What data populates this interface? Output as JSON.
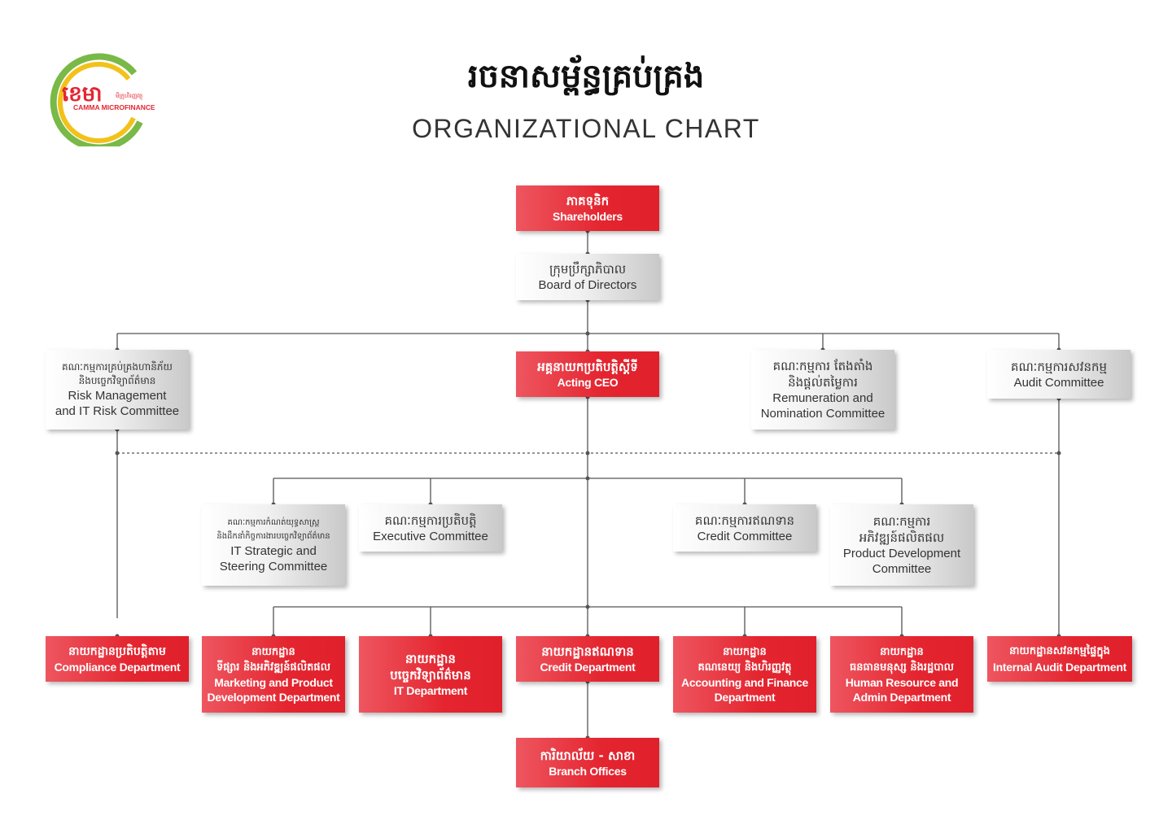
{
  "logo": {
    "icon": "camma-logo-icon",
    "mark": "ខេមា",
    "sub_mark": "មីក្រូហិរញ្ញវត្ថុ",
    "wordmark": "CAMMA MICROFINANCE",
    "ring_colors": [
      "#f2c21b",
      "#79b947",
      "#e32530"
    ]
  },
  "title": {
    "khmer": "រចនាសម្ព័ន្ធគ្រប់គ្រង",
    "english": "ORGANIZATIONAL CHART"
  },
  "colors": {
    "red": "#e4252f",
    "gray": "#d3d3d3",
    "line": "#555555"
  },
  "nodes": {
    "shareholders": {
      "kh": "ភាគទុនិក",
      "en": "Shareholders"
    },
    "board": {
      "kh": "ក្រុមប្រឹក្សាភិបាល",
      "en": "Board of Directors"
    },
    "risk_committee": {
      "kh": "គណៈកម្មការគ្រប់គ្រងហានិភ័យ\nនិងបច្ចេកវិទ្យាព័ត៌មាន",
      "en": "Risk Management\nand IT Risk Committee"
    },
    "ceo": {
      "kh": "អគ្គនាយកប្រតិបត្តិស្តីទី",
      "en": "Acting CEO"
    },
    "remuneration": {
      "kh": "គណៈកម្មការ តែងតាំង\nនិងផ្តល់តម្លៃការ",
      "en": "Remuneration and\nNomination Committee"
    },
    "audit_committee": {
      "kh": "គណៈកម្មការសវនកម្ម",
      "en": "Audit Committee"
    },
    "it_steering": {
      "kh": "គណៈកម្មការកំណត់យុទ្ធសាស្ត្រ\nនិងដឹកនាំកិច្ចការងារបច្ចេកវិទ្យាព័ត៌មាន",
      "en": "IT Strategic and\nSteering Committee"
    },
    "executive": {
      "kh": "គណៈកម្មការប្រតិបត្តិ",
      "en": "Executive Committee"
    },
    "credit_committee": {
      "kh": "គណៈកម្មការឥណទាន",
      "en": "Credit Committee"
    },
    "product_dev": {
      "kh": "គណៈកម្មការ\nអភិវឌ្ឍន៍ផលិតផល",
      "en": "Product Development\nCommittee"
    },
    "compliance": {
      "kh": "នាយកដ្ឋានប្រតិបត្តិតាម",
      "en": "Compliance Department"
    },
    "marketing": {
      "kh": "នាយកដ្ឋាន\nទីផ្សារ និងអភិវឌ្ឍន៍ផលិតផល",
      "en": "Marketing and Product\nDevelopment Department"
    },
    "it_dept": {
      "kh": "នាយកដ្ឋាន\nបច្ចេកវិទ្យាព័ត៌មាន",
      "en": "IT Department"
    },
    "credit_dept": {
      "kh": "នាយកដ្ឋានឥណទាន",
      "en": "Credit Department"
    },
    "accounting": {
      "kh": "នាយកដ្ឋាន\nគណនេយ្យ និងហិរញ្ញវត្ថុ",
      "en": "Accounting and Finance\nDepartment"
    },
    "hr": {
      "kh": "នាយកដ្ឋាន\nធនធានមនុស្ស និងរដ្ឋបាល",
      "en": "Human Resource and\nAdmin Department"
    },
    "internal_audit": {
      "kh": "នាយកដ្ឋានសវនកម្មផ្ទៃក្នុង",
      "en": "Internal Audit Department"
    },
    "branch": {
      "kh": "ការិយាល័យ - សាខា",
      "en": "Branch Offices"
    }
  }
}
